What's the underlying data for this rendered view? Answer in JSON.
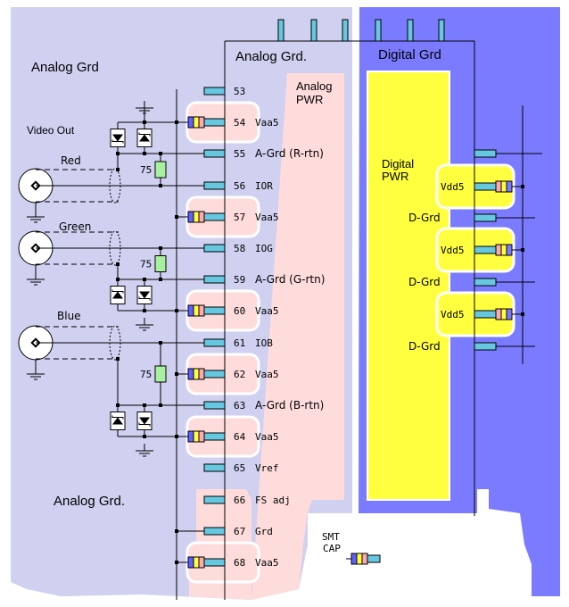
{
  "colors": {
    "analog_ground": "#d0d0f0",
    "digital_ground": "#7b7bff",
    "analog_power": "#ffdcdc",
    "digital_power": "#ffff40",
    "pin": "#66c8e0",
    "resistor": "#a8f0a0",
    "cap_band_1": "#6060ff",
    "cap_band_2": "#ffff40",
    "cap_band_3": "#ffa8b0",
    "wire": "#000000"
  },
  "regions": {
    "analog_grd_top": "Analog Grd",
    "analog_grd_chip": "Analog Grd.",
    "analog_grd_bottom": "Analog Grd.",
    "analog_pwr_line1": "Analog",
    "analog_pwr_line2": "PWR",
    "digital_grd": "Digital Grd",
    "digital_pwr_line1": "Digital",
    "digital_pwr_line2": "PWR"
  },
  "video": {
    "title": "Video Out",
    "channels": [
      {
        "label": "Red",
        "resistor": "75"
      },
      {
        "label": "Green",
        "resistor": "75"
      },
      {
        "label": "Blue",
        "resistor": "75"
      }
    ]
  },
  "analog_pins": [
    {
      "num": "53",
      "name": ""
    },
    {
      "num": "54",
      "name": "Vaa5"
    },
    {
      "num": "55",
      "name": "A-Grd (R-rtn)"
    },
    {
      "num": "56",
      "name": "IOR"
    },
    {
      "num": "57",
      "name": "Vaa5"
    },
    {
      "num": "58",
      "name": "IOG"
    },
    {
      "num": "59",
      "name": "A-Grd (G-rtn)"
    },
    {
      "num": "60",
      "name": "Vaa5"
    },
    {
      "num": "61",
      "name": "IOB"
    },
    {
      "num": "62",
      "name": "Vaa5"
    },
    {
      "num": "63",
      "name": "A-Grd (B-rtn)"
    },
    {
      "num": "64",
      "name": "Vaa5"
    },
    {
      "num": "65",
      "name": "Vref"
    },
    {
      "num": "66",
      "name": "FS adj"
    },
    {
      "num": "67",
      "name": "Grd"
    },
    {
      "num": "68",
      "name": "Vaa5"
    }
  ],
  "digital_pins": [
    {
      "name": ""
    },
    {
      "name": "Vdd5"
    },
    {
      "name": "D-Grd"
    },
    {
      "name": "Vdd5"
    },
    {
      "name": "D-Grd"
    },
    {
      "name": "Vdd5"
    },
    {
      "name": "D-Grd"
    }
  ],
  "legend": {
    "smt_line1": "SMT",
    "smt_line2": "CAP"
  }
}
